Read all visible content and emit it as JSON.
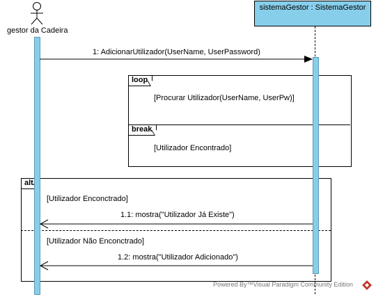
{
  "actor": {
    "name": "gestor da Cadeira"
  },
  "lifeline": {
    "name": "sistemaGestor : SistemaGestor"
  },
  "messages": {
    "m1": "1: AdicionarUtilizador(UserName, UserPassword)",
    "m11": "1.1: mostra(\"Utilizador Já Existe\")",
    "m12": "1.2: mostra(\"Utilizador Adicionado\")"
  },
  "frames": {
    "loop": {
      "operator": "loop",
      "guard": "[Procurar Utilizador(UserName, UserPw)]"
    },
    "break": {
      "operator": "break",
      "guard": "[Utilizador Encontrado]"
    },
    "alt": {
      "operator": "alt",
      "guard1": "[Utilizador Enconctrado]",
      "guard2": "[Utilizador Não Enconctrado]"
    }
  },
  "footer": {
    "text": "Powered By™Visual Paradigm Community Edition"
  },
  "colors": {
    "activation": "#87ceeb",
    "logo": "#c0392b"
  }
}
